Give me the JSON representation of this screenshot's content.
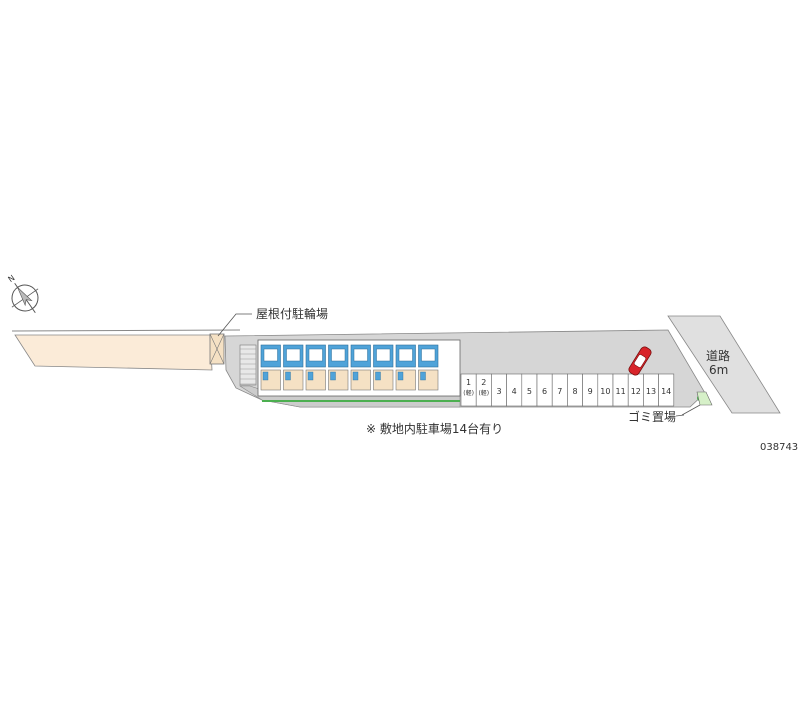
{
  "labels": {
    "roofed_bicycle_parking": "屋根付駐輪場",
    "road_name": "道路",
    "road_width": "6m",
    "garbage_area": "ゴミ置場",
    "parking_note": "※ 敷地内駐車場14台有り",
    "property_code": "038743"
  },
  "parking_spaces": [
    {
      "number": "1",
      "sub": "(軽)"
    },
    {
      "number": "2",
      "sub": "(軽)"
    },
    {
      "number": "3"
    },
    {
      "number": "4"
    },
    {
      "number": "5"
    },
    {
      "number": "6"
    },
    {
      "number": "7"
    },
    {
      "number": "8"
    },
    {
      "number": "9"
    },
    {
      "number": "10"
    },
    {
      "number": "11"
    },
    {
      "number": "12"
    },
    {
      "number": "13"
    },
    {
      "number": "14"
    }
  ],
  "compass": {
    "label": "N"
  },
  "colors": {
    "land_strip": "#fbebd8",
    "parking_lot": "#d6d6d6",
    "road": "#e0e0e0",
    "building_blue": "#4fa3d9",
    "building_tan": "#f5e1c4",
    "car": "#d8242a",
    "planting": "#4caf50"
  }
}
